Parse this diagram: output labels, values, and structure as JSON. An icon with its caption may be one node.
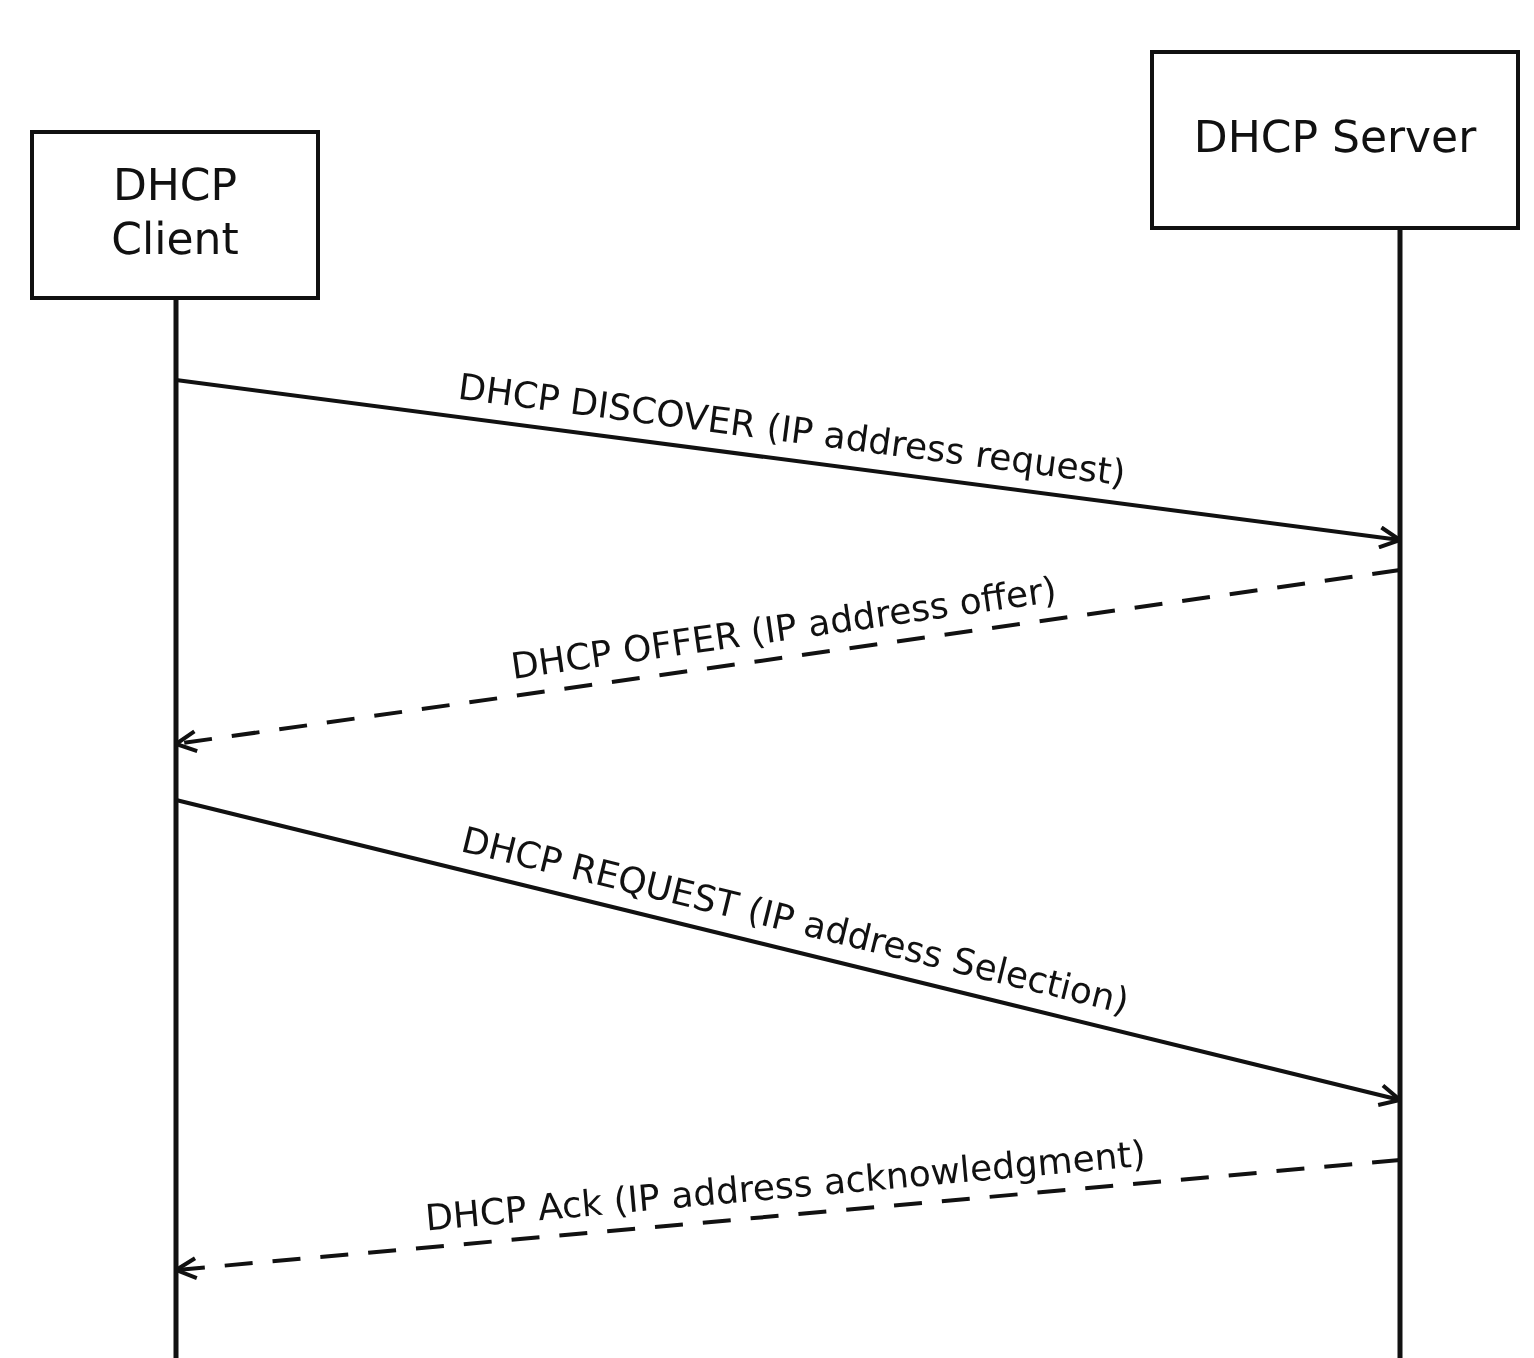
{
  "diagram": {
    "nodes": [
      {
        "text": [
          "DHCP Client"
        ]
      },
      {
        "text": [
          "DHCP Server"
        ]
      }
    ],
    "edges": [
      {
        "from": 0,
        "to": 1,
        "arrow": "to",
        "label": "DHCP DISCOVER (IP address request)"
      },
      {
        "from": 1,
        "to": 0,
        "arrow": "to",
        "label": "DHCP OFFER (IP address offer)",
        "style": "dashed"
      },
      {
        "from": 0,
        "to": 1,
        "arrow": "to",
        "label": "DHCP REQUEST (IP address Selection)"
      },
      {
        "from": 1,
        "to": 0,
        "arrow": "to",
        "label": "DHCP Ack (IP address acknowledgment)",
        "style": "dashed"
      }
    ]
  }
}
